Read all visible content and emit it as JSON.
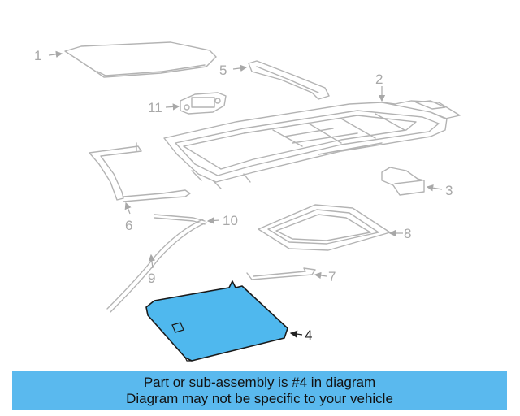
{
  "callouts": {
    "c1": "1",
    "c2": "2",
    "c3": "3",
    "c4": "4",
    "c5": "5",
    "c6": "6",
    "c7": "7",
    "c8": "8",
    "c9": "9",
    "c10": "10",
    "c11": "11"
  },
  "highlighted_part": "4",
  "colors": {
    "highlight": "#4fb8ee",
    "banner": "#5ab9ee",
    "line_gray": "#b3b3b3"
  },
  "banner": {
    "line1": "Part or sub-assembly is #4 in diagram",
    "line2": "Diagram may not be specific to your vehicle"
  }
}
